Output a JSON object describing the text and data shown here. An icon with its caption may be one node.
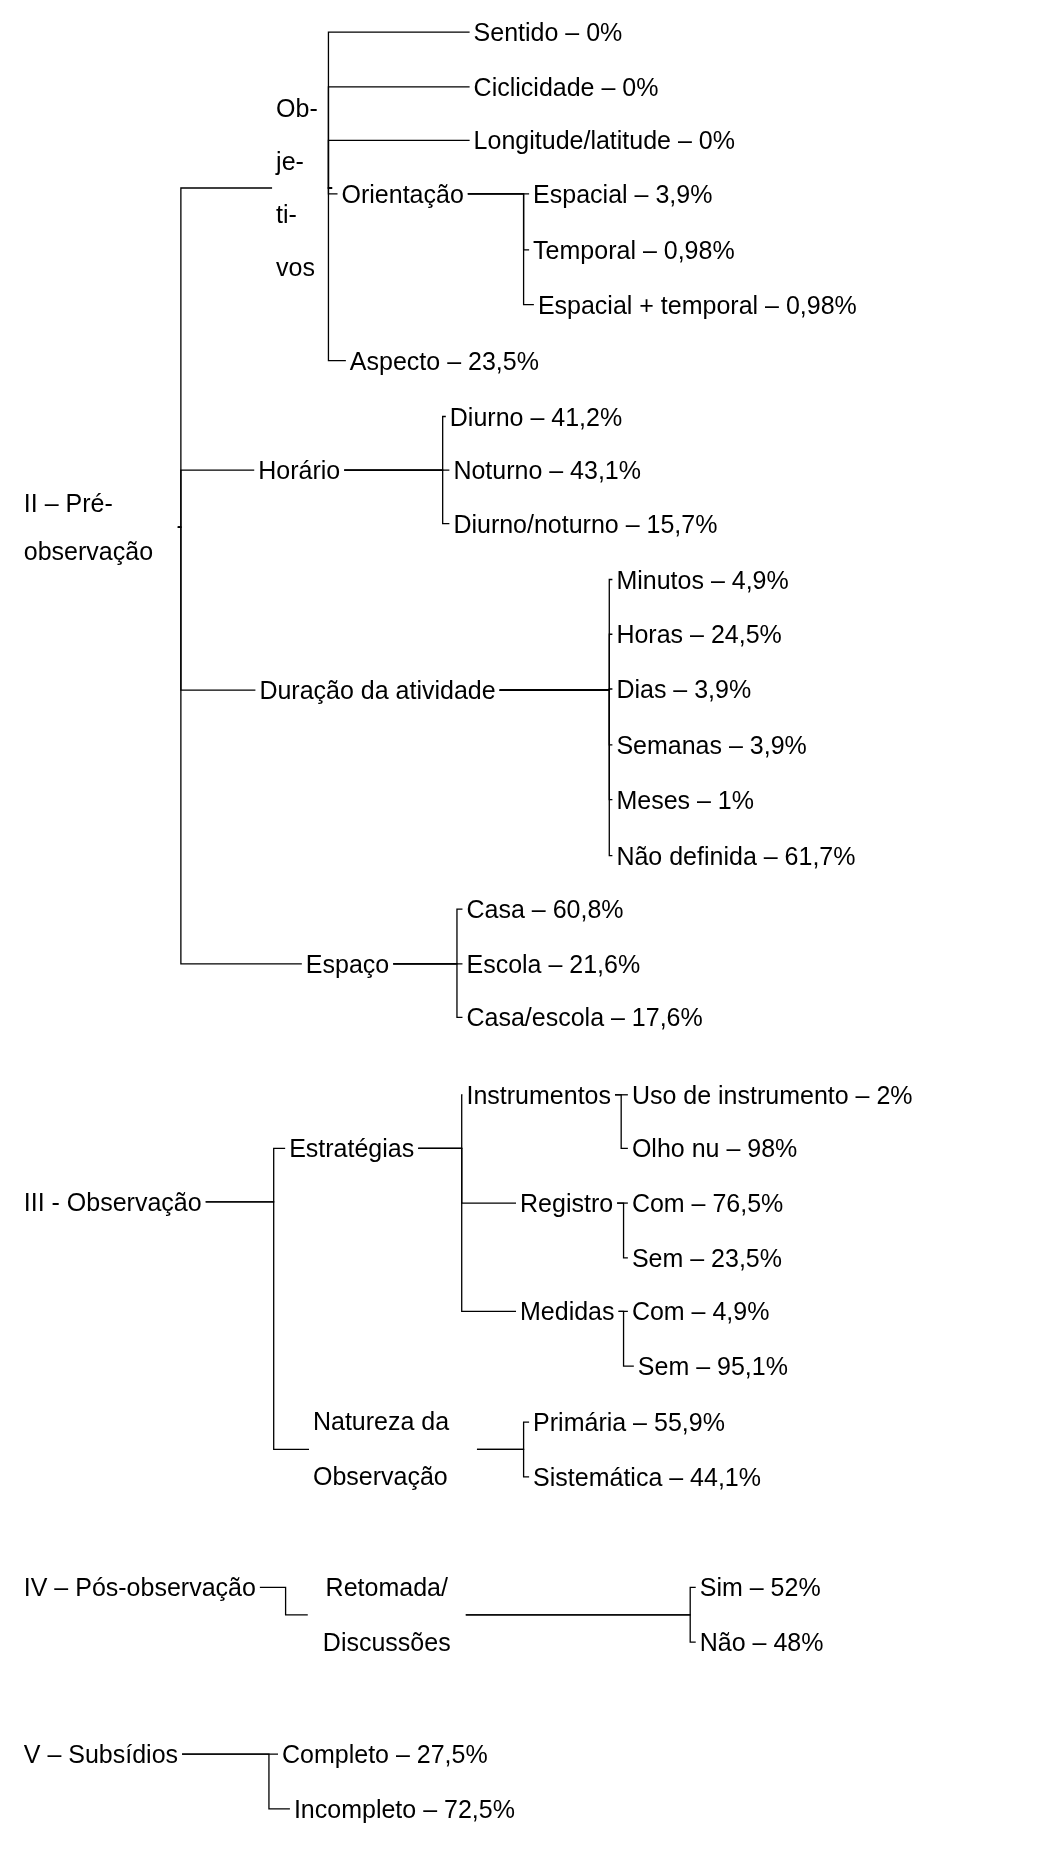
{
  "diagram": {
    "nodes": [
      {
        "text": [
          "II – Pré- observação"
        ]
      },
      {
        "text": [
          "Ob- je- ti- vos"
        ]
      },
      {
        "text": [
          "Sentido – 0%"
        ]
      },
      {
        "text": [
          "Ciclicidade – 0%"
        ]
      },
      {
        "text": [
          "Longitude/latitude – 0%"
        ]
      },
      {
        "text": [
          "Orientação"
        ]
      },
      {
        "text": [
          "Espacial – 3,9%"
        ]
      },
      {
        "text": [
          "Temporal – 0,98%"
        ]
      },
      {
        "text": [
          "Espacial + temporal – 0,98%"
        ]
      },
      {
        "text": [
          "Aspecto – 23,5%"
        ]
      },
      {
        "text": [
          "Horário"
        ]
      },
      {
        "text": [
          "Diurno – 41,2%"
        ]
      },
      {
        "text": [
          "Noturno – 43,1%"
        ]
      },
      {
        "text": [
          "Diurno/noturno – 15,7%"
        ]
      },
      {
        "text": [
          "Duração da atividade"
        ]
      },
      {
        "text": [
          "Minutos – 4,9%"
        ]
      },
      {
        "text": [
          "Horas – 24,5%"
        ]
      },
      {
        "text": [
          "Dias – 3,9%"
        ]
      },
      {
        "text": [
          "Semanas – 3,9%"
        ]
      },
      {
        "text": [
          "Meses – 1%"
        ]
      },
      {
        "text": [
          "Não definida – 61,7%"
        ]
      },
      {
        "text": [
          "Espaço"
        ]
      },
      {
        "text": [
          "Casa – 60,8%"
        ]
      },
      {
        "text": [
          "Escola – 21,6%"
        ]
      },
      {
        "text": [
          "Casa/escola – 17,6%"
        ]
      },
      {
        "text": [
          "III - Observação"
        ]
      },
      {
        "text": [
          "Estratégias"
        ]
      },
      {
        "text": [
          "Instrumentos"
        ]
      },
      {
        "text": [
          "Uso de instrumento – 2%"
        ]
      },
      {
        "text": [
          "Olho nu – 98%"
        ]
      },
      {
        "text": [
          "Registro"
        ]
      },
      {
        "text": [
          "Com – 76,5%"
        ]
      },
      {
        "text": [
          "Sem – 23,5%"
        ]
      },
      {
        "text": [
          "Medidas"
        ]
      },
      {
        "text": [
          "Com – 4,9%"
        ]
      },
      {
        "text": [
          "Sem – 95,1%"
        ]
      },
      {
        "text": [
          "Natureza da Observação"
        ]
      },
      {
        "text": [
          "Primária – 55,9%"
        ]
      },
      {
        "text": [
          "Sistemática – 44,1%"
        ]
      },
      {
        "text": [
          "IV – Pós-observação"
        ]
      },
      {
        "text": [
          "Retomada/ Discussões"
        ]
      },
      {
        "text": [
          "Sim – 52%"
        ]
      },
      {
        "text": [
          "Não – 48%"
        ]
      },
      {
        "text": [
          "V – Subsídios"
        ]
      },
      {
        "text": [
          "Completo – 27,5%"
        ]
      },
      {
        "text": [
          "Incompleto – 72,5%"
        ]
      }
    ],
    "edges": [
      {
        "from": 0,
        "to": 1,
        "arrow": "none"
      },
      {
        "from": 0,
        "to": 10,
        "arrow": "none"
      },
      {
        "from": 0,
        "to": 14,
        "arrow": "none"
      },
      {
        "from": 0,
        "to": 21,
        "arrow": "none"
      },
      {
        "from": 1,
        "to": 2,
        "arrow": "none"
      },
      {
        "from": 1,
        "to": 3,
        "arrow": "none"
      },
      {
        "from": 1,
        "to": 4,
        "arrow": "none"
      },
      {
        "from": 1,
        "to": 5,
        "arrow": "none"
      },
      {
        "from": 1,
        "to": 9,
        "arrow": "none"
      },
      {
        "from": 5,
        "to": 6,
        "arrow": "none"
      },
      {
        "from": 5,
        "to": 7,
        "arrow": "none"
      },
      {
        "from": 5,
        "to": 8,
        "arrow": "none"
      },
      {
        "from": 10,
        "to": 11,
        "arrow": "none"
      },
      {
        "from": 10,
        "to": 12,
        "arrow": "none"
      },
      {
        "from": 10,
        "to": 13,
        "arrow": "none"
      },
      {
        "from": 14,
        "to": 15,
        "arrow": "none"
      },
      {
        "from": 14,
        "to": 16,
        "arrow": "none"
      },
      {
        "from": 14,
        "to": 17,
        "arrow": "none"
      },
      {
        "from": 14,
        "to": 18,
        "arrow": "none"
      },
      {
        "from": 14,
        "to": 19,
        "arrow": "none"
      },
      {
        "from": 14,
        "to": 20,
        "arrow": "none"
      },
      {
        "from": 21,
        "to": 22,
        "arrow": "none"
      },
      {
        "from": 21,
        "to": 23,
        "arrow": "none"
      },
      {
        "from": 21,
        "to": 24,
        "arrow": "none"
      },
      {
        "from": 25,
        "to": 26,
        "arrow": "none"
      },
      {
        "from": 25,
        "to": 36,
        "arrow": "none"
      },
      {
        "from": 26,
        "to": 27,
        "arrow": "none"
      },
      {
        "from": 26,
        "to": 30,
        "arrow": "none"
      },
      {
        "from": 26,
        "to": 33,
        "arrow": "none"
      },
      {
        "from": 27,
        "to": 28,
        "arrow": "none"
      },
      {
        "from": 27,
        "to": 29,
        "arrow": "none"
      },
      {
        "from": 30,
        "to": 31,
        "arrow": "none"
      },
      {
        "from": 30,
        "to": 32,
        "arrow": "none"
      },
      {
        "from": 33,
        "to": 34,
        "arrow": "none"
      },
      {
        "from": 33,
        "to": 35,
        "arrow": "none"
      },
      {
        "from": 36,
        "to": 37,
        "arrow": "none"
      },
      {
        "from": 36,
        "to": 38,
        "arrow": "none"
      },
      {
        "from": 39,
        "to": 40,
        "arrow": "none"
      },
      {
        "from": 40,
        "to": 41,
        "arrow": "none"
      },
      {
        "from": 40,
        "to": 42,
        "arrow": "none"
      },
      {
        "from": 43,
        "to": 44,
        "arrow": "none"
      },
      {
        "from": 43,
        "to": 45,
        "arrow": "none"
      }
    ]
  }
}
